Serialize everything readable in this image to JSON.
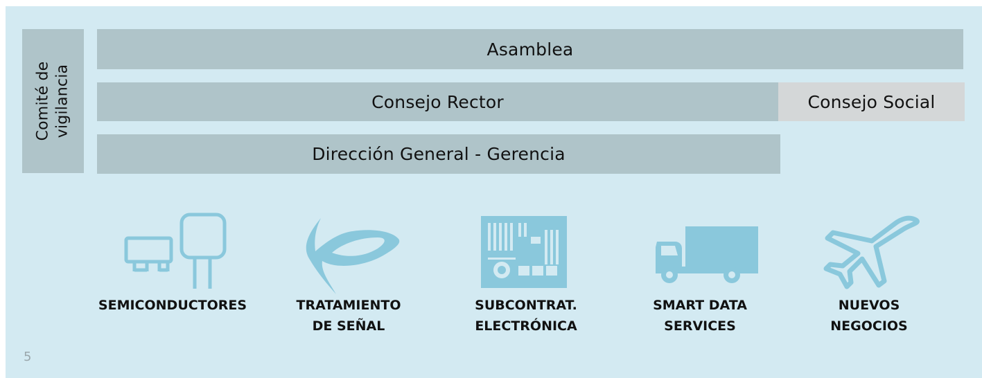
{
  "colors": {
    "background": "#d3eaf2",
    "box": "#afc4c9",
    "consejo_social_box": "#d4d7d8",
    "icon": "#8ac8dc",
    "text": "#111111"
  },
  "governance": {
    "vigilancia_line1": "Comité de",
    "vigilancia_line2": "vigilancia",
    "asamblea": "Asamblea",
    "consejo_rector": "Consejo Rector",
    "consejo_social": "Consejo Social",
    "direccion": "Dirección General - Gerencia"
  },
  "business_units": [
    {
      "icon": "semiconductor-icon",
      "line1": "SEMICONDUCTORES",
      "line2": ""
    },
    {
      "icon": "signal-processing-icon",
      "line1": "TRATAMIENTO",
      "line2": "DE SEÑAL"
    },
    {
      "icon": "circuit-board-icon",
      "line1": "SUBCONTRAT.",
      "line2": "ELECTRÓNICA"
    },
    {
      "icon": "truck-icon",
      "line1": "SMART DATA",
      "line2": "SERVICES"
    },
    {
      "icon": "airplane-icon",
      "line1": "NUEVOS",
      "line2": "NEGOCIOS"
    }
  ],
  "page_number": "5"
}
